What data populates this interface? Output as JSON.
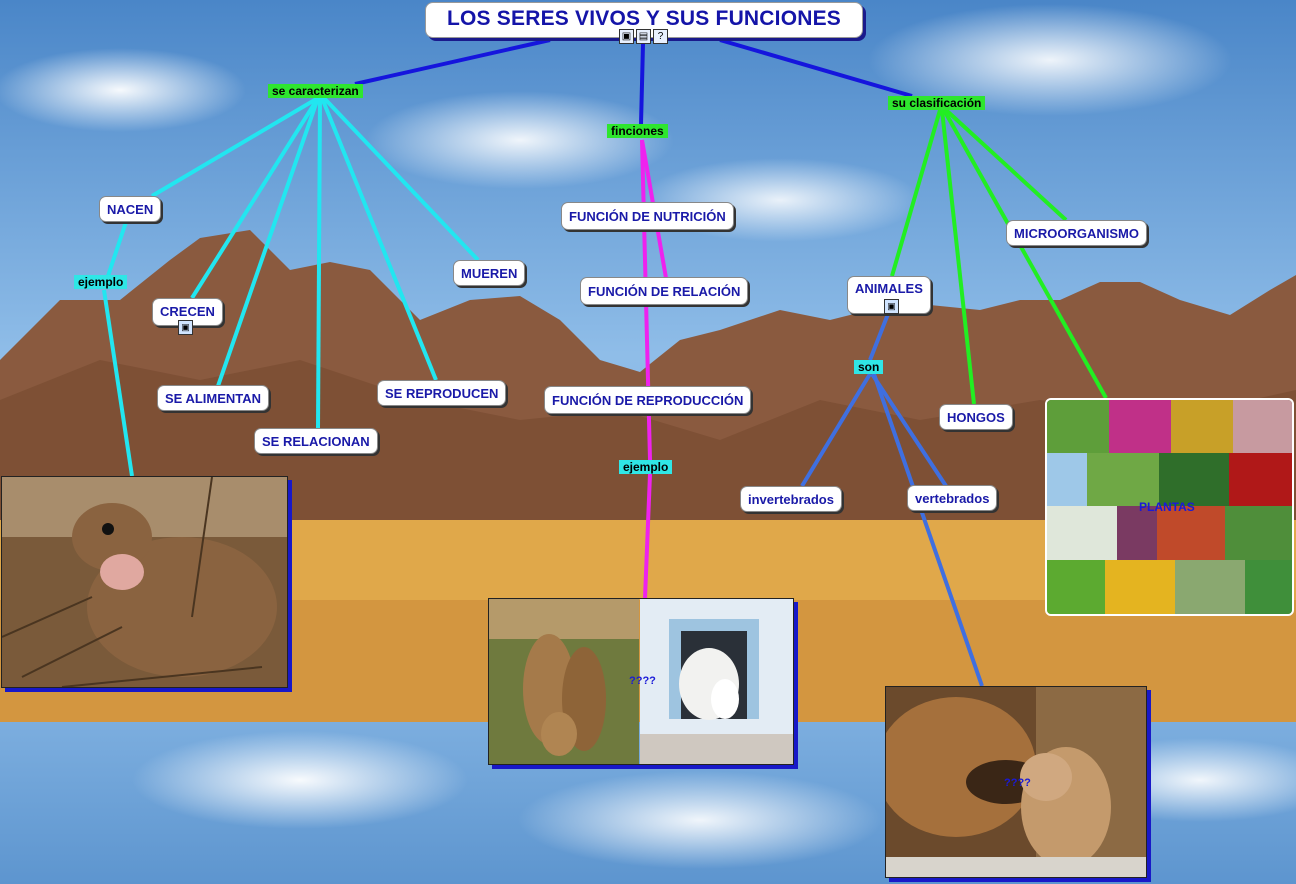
{
  "title": "LOS SERES VIVOS Y SUS FUNCIONES",
  "links": {
    "se_caracterizan": "se caracterizan",
    "finciones": "finciones",
    "su_clasificacion": "su clasificación",
    "ejemplo_left": "ejemplo",
    "ejemplo_center": "ejemplo",
    "son": "son"
  },
  "nodes": {
    "nacen": "NACEN",
    "crecen": "CRECEN",
    "se_alimentan": "SE ALIMENTAN",
    "se_relacionan": "SE RELACIONAN",
    "se_reproducen": "SE REPRODUCEN",
    "mueren": "MUEREN",
    "funcion_nutricion": "FUNCIÓN DE NUTRICIÓN",
    "funcion_relacion": "FUNCIÓN DE RELACIÓN",
    "funcion_reproduccion": "FUNCIÓN DE REPRODUCCIÓN",
    "animales": "ANIMALES",
    "hongos": "HONGOS",
    "microorganismo": "MICROORGANISMO",
    "invertebrados": "invertebrados",
    "vertebrados": "vertebrados"
  },
  "captions": {
    "plantas": "PLANTAS",
    "center_photo": "????",
    "dogcat_photo": "????"
  },
  "icons": [
    "image-icon",
    "film-icon",
    "help-icon"
  ],
  "colors": {
    "title_text": "#1414a8",
    "node_text": "#1a1aa8",
    "line_blue": "#1515dd",
    "line_cyan": "#22e6f0",
    "line_magenta": "#ee22ee",
    "line_green": "#22ee22",
    "line_slate": "#3f6fe0",
    "label_green": "#2ee62e",
    "label_cyan": "#2fe6e6"
  }
}
